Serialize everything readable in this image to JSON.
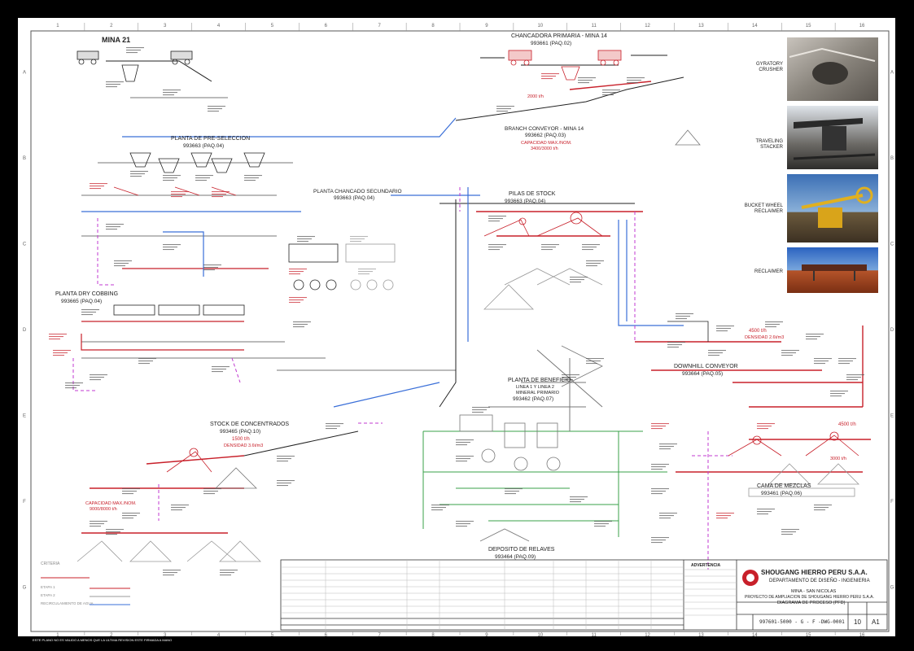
{
  "grid": {
    "columns": [
      "1",
      "2",
      "3",
      "4",
      "5",
      "6",
      "7",
      "8",
      "9",
      "10",
      "11",
      "12",
      "13",
      "14",
      "15",
      "16"
    ],
    "rows": [
      "A",
      "B",
      "C",
      "D",
      "E",
      "F",
      "G"
    ]
  },
  "areas": {
    "mina21": "MINA 21",
    "chancadora_title": "CHANCADORA PRIMARIA - MINA 14",
    "chancadora_code": "993661 (PAQ.02)",
    "branch_title": "BRANCH CONVEYOR - MINA 14",
    "branch_code": "993662 (PAQ.03)",
    "branch_capacity_1": "CAPACIDAD MAX./NOM.",
    "branch_capacity_2": "3400/3000 t/h",
    "preseleccion_title": "PLANTA DE PRE-SELECCION",
    "preseleccion_code": "993663 (PAQ.04)",
    "chancado_title": "PLANTA CHANCADO SECUNDARIO",
    "chancado_code": "993663 (PAQ.04)",
    "pilas_title": "PILAS DE STOCK",
    "pilas_code": "993663 (PAQ.04)",
    "cobbing_title": "PLANTA DRY COBBING",
    "cobbing_code": "993665 (PAQ.04)",
    "downhill_title": "DOWNHILL CONVEYOR",
    "downhill_code": "993664 (PAQ.05)",
    "downhill_rate": "4500 t/h",
    "downhill_density": "DENSIDAD 2.6t/m3",
    "beneficio_title": "PLANTA DE BENEFICIO",
    "beneficio_sub1": "LINEA 1 Y LINEA 2",
    "beneficio_sub2": "MINERAL PRIMARIO",
    "beneficio_code": "993462 (PAQ.07)",
    "concentrados_title": "STOCK DE CONCENTRADOS",
    "concentrados_code": "993465 (PAQ.10)",
    "concentrados_rate": "1500 t/h",
    "concentrados_density": "DENSIDAD 3.6t/m3",
    "capacidad_left_1": "CAPACIDAD MAX./NOM.",
    "capacidad_left_2": "9000/8000 t/h",
    "relaves_title": "DEPOSITO DE RELAVES",
    "relaves_code": "993464 (PAQ.09)",
    "mezclas_title": "CAMA DE MEZCLAS",
    "mezclas_code": "993461 (PAQ.06)",
    "mezclas_rate": "4500 t/h",
    "rate_2000": "2000 t/h",
    "rate_3000": "3000 t/h"
  },
  "photos": [
    {
      "label1": "GYRATORY",
      "label2": "CRUSHER"
    },
    {
      "label1": "TRAVELING",
      "label2": "STACKER"
    },
    {
      "label1": "BUCKET WHEEL",
      "label2": "RECLAIMER"
    },
    {
      "label1": "RECLAIMER",
      "label2": ""
    }
  ],
  "legend": {
    "title": "CRITERIA",
    "items": [
      "ETAPA 1",
      "ETAPA 2",
      "RECIRCULAMIENTO DE AGUA"
    ]
  },
  "title_block": {
    "company": "SHOUGANG HIERRO PERU S.A.A.",
    "department": "DEPARTAMENTO DE DISEÑO - INGENIERIA",
    "site": "MINA - SAN NICOLAS",
    "project": "PROYECTO DE AMPLIACION DE SHOUGANG HIERRO PERU S.A.A.",
    "drawing_title": "DIAGRAMA DE PROCESO (PFD)",
    "drawing_number": "997601-5000 - G - F -DWG-0001",
    "revision": "10",
    "format": "A1",
    "advertencia": "ADVERTENCIA"
  },
  "footer_note": "ESTE PLANO NO ES VALIDO A MENOS QUE LA ULTIMA REVISION ESTE FIRMADA A MANO",
  "colors": {
    "background": "#000000",
    "paper": "#ffffff",
    "line_black": "#222222",
    "line_red": "#c8202a",
    "line_blue": "#3a6fd8",
    "line_magenta": "#c03ad0",
    "line_green": "#39a04a",
    "line_gray": "#9a9a9a"
  }
}
